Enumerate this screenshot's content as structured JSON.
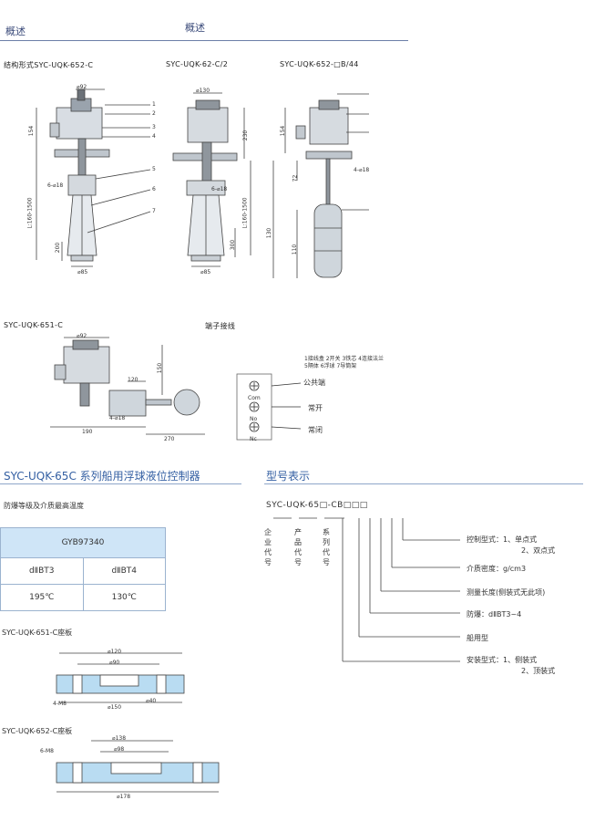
{
  "header": {
    "left_title": "概述",
    "center_title": "概述"
  },
  "top_labels": {
    "struct_form": "结构形式SYC-UQK-652-C",
    "model_62": "SYC-UQK-62-C/2",
    "model_652b": "SYC-UQK-652-□B/44"
  },
  "dims": {
    "d1_top": "⌀92",
    "d1_left": "154",
    "d1_range": "L:160-1500",
    "d1_200": "200",
    "d1_85": "⌀85",
    "d1_flange": "6-⌀18",
    "d2_top": "⌀130",
    "d2_230": "230",
    "d2_range": "L:160-1500",
    "d2_300": "300",
    "d2_85": "⌀85",
    "d2_flange": "6-⌀18",
    "d3_154": "154",
    "d3_72": "72",
    "d3_130": "130",
    "d3_flange": "4-⌀18",
    "d3_110": "110"
  },
  "callouts": [
    "1",
    "2",
    "3",
    "4",
    "5",
    "6",
    "7"
  ],
  "mid": {
    "model_651": "SYC-UQK-651-C",
    "terminal": "端子接线",
    "legend_line1": "1接线盒 2开关 3铁芯 4连接法兰",
    "legend_line2": "5隔体 6浮球 7导筒架",
    "d_92": "⌀92",
    "d_150": "150",
    "d_120": "120",
    "d_190": "190",
    "d_270": "270",
    "d_flange": "4-⌀18"
  },
  "terminal": {
    "com_label": "Com",
    "no_label": "No",
    "nc_label": "Nc",
    "com_text": "公共端",
    "no_text": "常开",
    "nc_text": "常闭"
  },
  "section_left_title": "SYC-UQK-65C 系列船用浮球液位控制器",
  "section_right_title": "型号表示",
  "explosion": {
    "caption": "防爆等级及介质最高温度",
    "header": "GYB97340",
    "col1": "dⅡBT3",
    "col2": "dⅡBT4",
    "val1": "195℃",
    "val2": "130℃"
  },
  "model_code": {
    "code": "SYC-UQK-65□-CB□□□",
    "vertical_enterprise": "企业代号",
    "vertical_product": "产品代号",
    "vertical_series": "系列代号",
    "items": [
      {
        "line1": "控制型式：1、单点式",
        "line2": "2、双点式"
      },
      {
        "line1": "介质密度：g/cm3",
        "line2": ""
      },
      {
        "line1": "测量长度(侧装式无此项)",
        "line2": ""
      },
      {
        "line1": "防爆：dⅡBT3~4",
        "line2": ""
      },
      {
        "line1": "船用型",
        "line2": ""
      },
      {
        "line1": "安装型式：1、侧装式",
        "line2": "2、顶装式"
      }
    ]
  },
  "seats": {
    "seat_651": "SYC-UQK-651-C座板",
    "seat_652": "SYC-UQK-652-C座板",
    "s1_top": "⌀120",
    "s1_mid": "⌀90",
    "s1_small": "4-M8",
    "s1_40": "⌀40",
    "s1_bottom": "⌀150",
    "s2_top": "⌀138",
    "s2_mid": "⌀98",
    "s2_small": "6-M8",
    "s2_bottom": "⌀178"
  }
}
